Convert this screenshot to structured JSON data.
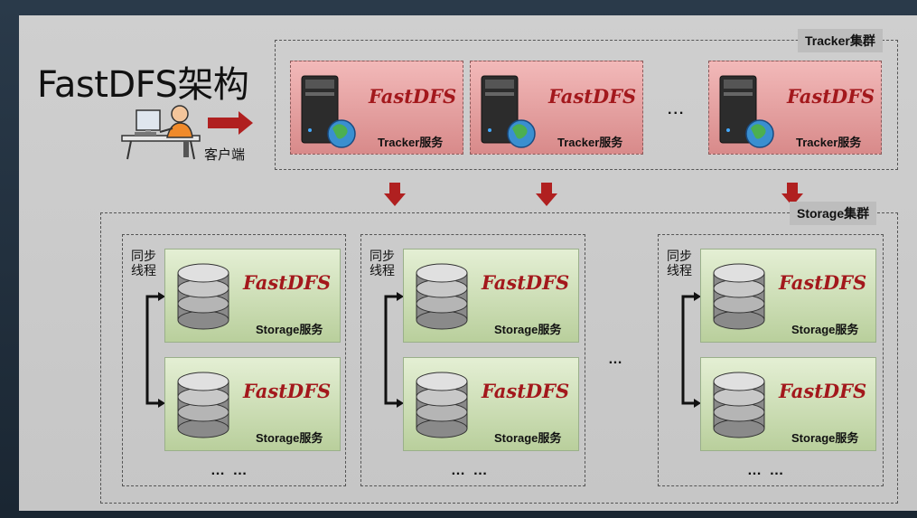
{
  "title": "FastDFS架构",
  "client": {
    "label": "客户端"
  },
  "tracker_cluster": {
    "label": "Tracker集群",
    "nodes": [
      {
        "brand": "FastDFS",
        "service": "Tracker服务"
      },
      {
        "brand": "FastDFS",
        "service": "Tracker服务"
      },
      {
        "brand": "FastDFS",
        "service": "Tracker服务"
      }
    ],
    "ellipsis": "..."
  },
  "storage_cluster": {
    "label": "Storage集群",
    "groups": [
      {
        "sync_label": "同步\n线程",
        "nodes": [
          {
            "brand": "FastDFS",
            "service": "Storage服务"
          },
          {
            "brand": "FastDFS",
            "service": "Storage服务"
          }
        ],
        "ellipsis": "…  …"
      },
      {
        "sync_label": "同步\n线程",
        "nodes": [
          {
            "brand": "FastDFS",
            "service": "Storage服务"
          },
          {
            "brand": "FastDFS",
            "service": "Storage服务"
          }
        ],
        "ellipsis": "…  …"
      },
      {
        "sync_label": "同步\n线程",
        "nodes": [
          {
            "brand": "FastDFS",
            "service": "Storage服务"
          },
          {
            "brand": "FastDFS",
            "service": "Storage服务"
          }
        ],
        "ellipsis": "…  …"
      }
    ],
    "ellipsis": "…"
  },
  "colors": {
    "arrow": "#b02020",
    "brand": "#a3181c",
    "tracker_bg": "#e8a4a4",
    "storage_bg": "#cfe0b8"
  }
}
